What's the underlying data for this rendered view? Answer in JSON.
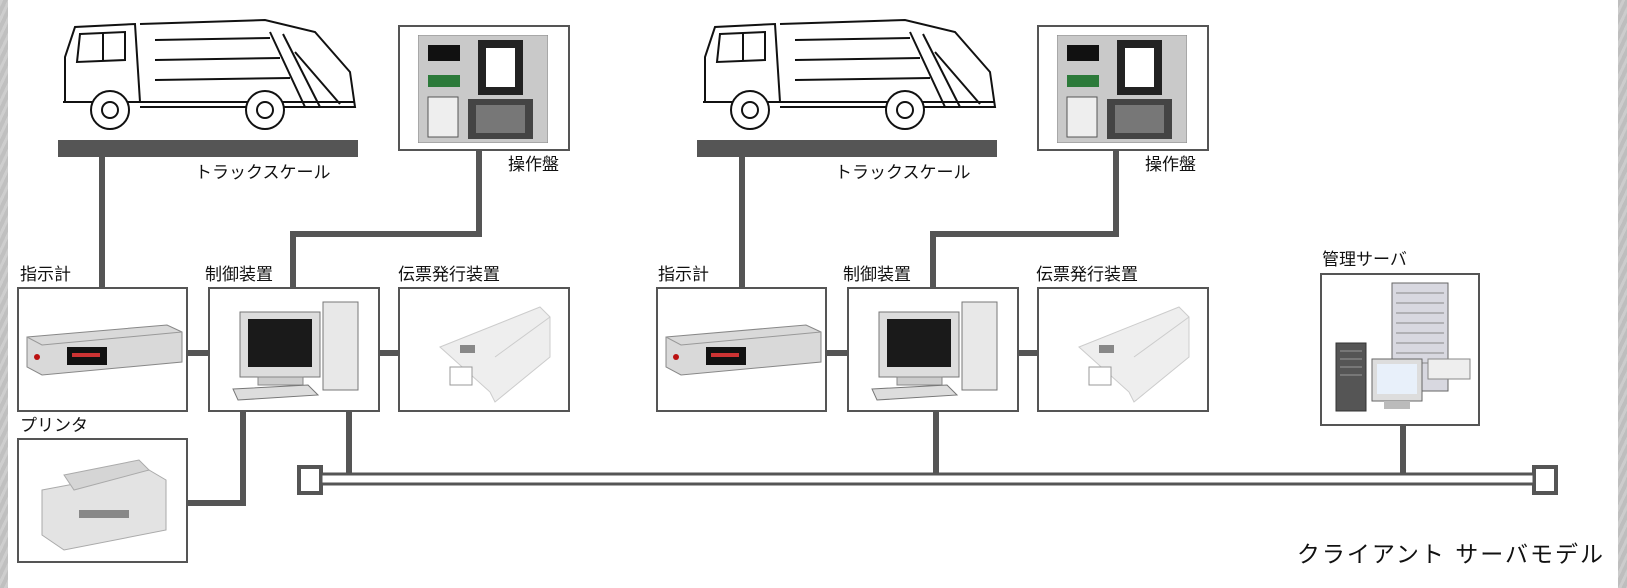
{
  "labels": {
    "truck_scale": "トラックスケール",
    "operation_panel": "操作盤",
    "indicator": "指示計",
    "control_unit": "制御装置",
    "slip_issuer": "伝票発行装置",
    "printer": "プリンタ",
    "mgmt_server": "管理サーバ",
    "caption": "クライアント サーバモデル"
  },
  "colors": {
    "line": "#555555",
    "background": "#ffffff",
    "texture": "#cfcfcf"
  },
  "icons": [
    "garbage-truck-icon",
    "operation-panel-icon",
    "indicator-device-icon",
    "desktop-pc-icon",
    "slip-printer-icon",
    "printer-icon",
    "server-icon"
  ]
}
